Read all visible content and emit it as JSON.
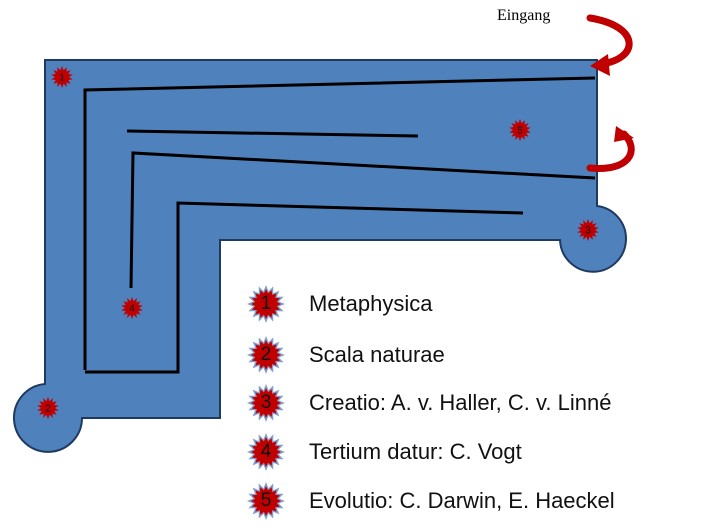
{
  "entrance_label": "Eingang",
  "colors": {
    "floor": "#4f81bd",
    "outline": "#1f3a5f",
    "wall": "#000000",
    "marker": "#c00000",
    "arrow": "#c00000"
  },
  "legend": [
    {
      "num": "1",
      "label": "Metaphysica"
    },
    {
      "num": "2",
      "label": "Scala naturae"
    },
    {
      "num": "3",
      "label": "Creatio: A. v. Haller, C. v. Linné"
    },
    {
      "num": "4",
      "label": "Tertium datur: C. Vogt"
    },
    {
      "num": "5",
      "label": "Evolutio: C. Darwin, E. Haeckel"
    }
  ],
  "map_markers": [
    "1",
    "2",
    "3",
    "4",
    "5"
  ]
}
